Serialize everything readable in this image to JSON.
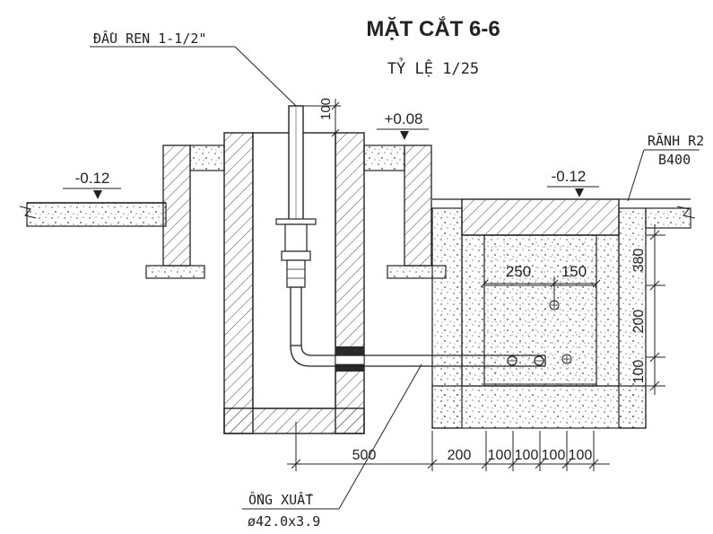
{
  "title": "MẶT CẮT 6-6",
  "scale": "TỶ LỆ 1/25",
  "labels": {
    "fitting": "ĐẦU REN 1-1/2\"",
    "drain_name": "RÃNH R2",
    "drain_class": "B400",
    "pipe_name": "ỐNG XUẤT",
    "pipe_size": "ø42.0x3.9"
  },
  "elevations": {
    "left": "-0.12",
    "center": "+0.08",
    "right": "-0.12"
  },
  "dimensions": {
    "pipe_stub": "100",
    "d500": "500",
    "d200": "200",
    "d100_a": "100",
    "d100_b": "100",
    "d100_c": "100",
    "d100_d": "100",
    "d250": "250",
    "d150": "150",
    "d380": "380",
    "d200_v": "200",
    "d100_v": "100"
  },
  "colors": {
    "line": "#222222",
    "hatch": "#555555",
    "concrete_dot": "#444444"
  }
}
